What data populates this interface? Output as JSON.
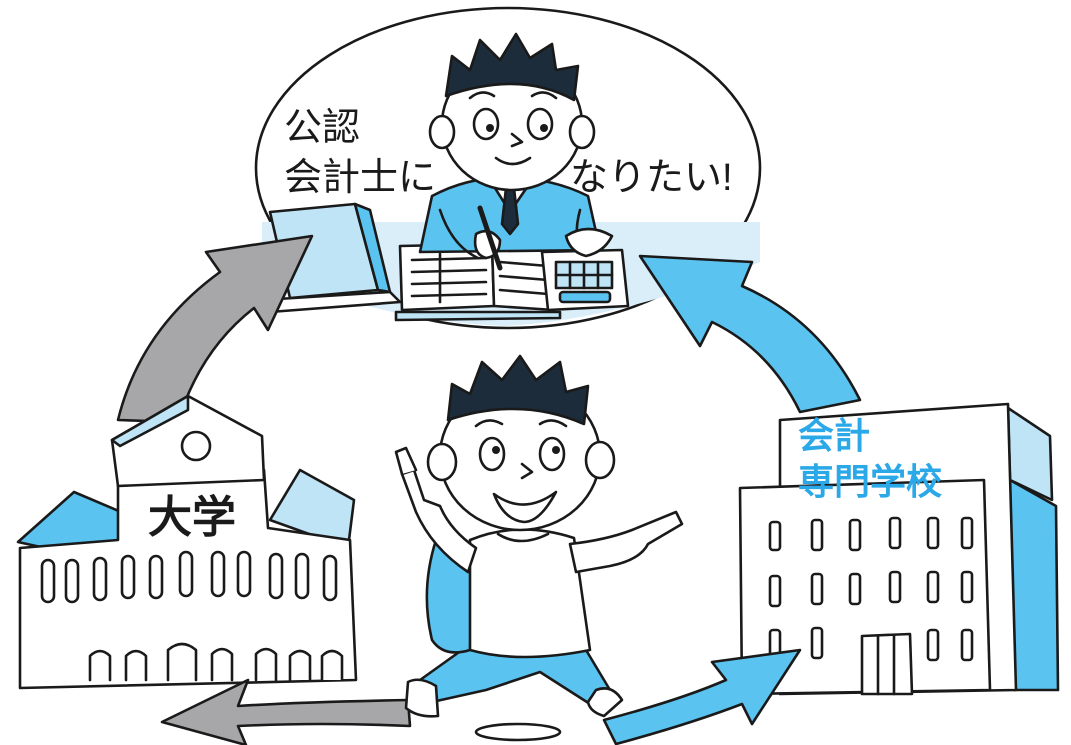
{
  "bubble": {
    "line1": "公認",
    "line2": "会計士に",
    "line3": "なりたい!"
  },
  "university": {
    "sign": "大学"
  },
  "school": {
    "line1": "会計",
    "line2": "専門学校"
  },
  "colors": {
    "ink": "#1a1a1a",
    "sky_blue": "#5bc3ef",
    "light_blue": "#bfe4f6",
    "pale_blue": "#d9eef9",
    "gray_arrow": "#a7a7a9",
    "hair": "#1c2c3a",
    "skin": "#ffffff"
  },
  "icons": {
    "left_arrow_up": "curved-arrow-icon",
    "right_arrow_up": "curved-arrow-icon",
    "bottom_left_arrow": "curved-arrow-icon",
    "bottom_right_arrow": "curved-arrow-icon"
  }
}
